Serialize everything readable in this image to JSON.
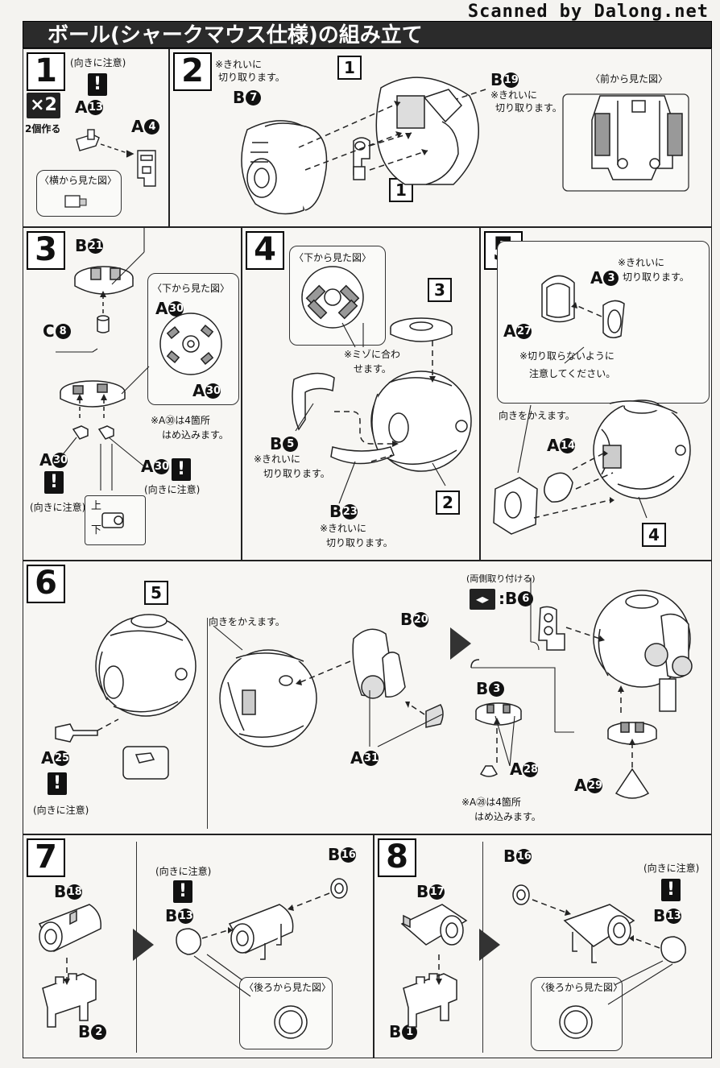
{
  "watermark": "Scanned by Dalong.net",
  "title": "ボール(シャークマウス仕様)の組み立て",
  "steps": {
    "s1": {
      "num": "1",
      "caution": "(向きに注意)",
      "x2": "×2",
      "make2": "2個作る",
      "parts": {
        "a": "A",
        "an": "13",
        "b": "A",
        "bn": "4"
      },
      "view": "〈横から見た図〉"
    },
    "s2": {
      "num": "2",
      "note1": "※きれいに",
      "note1b": "切り取ります。",
      "p1": "B",
      "p1n": "7",
      "p2": "B",
      "p2n": "19",
      "note2": "※きれいに",
      "note2b": "切り取ります。",
      "ref1": "1",
      "ref2": "1",
      "view": "〈前から見た図〉"
    },
    "s3": {
      "num": "3",
      "p1": "B",
      "p1n": "21",
      "p2": "C",
      "p2n": "8",
      "view": "〈下から見た図〉",
      "p3": "A",
      "p3n": "30",
      "p4": "A",
      "p4n": "30",
      "note": "※A㉚は4箇所",
      "noteb": "はめ込みます。",
      "p5": "A",
      "p5n": "30",
      "p6": "A",
      "p6n": "30",
      "caution1": "(向きに注意)",
      "caution2": "(向きに注意)",
      "up": "上",
      "down": "下"
    },
    "s4": {
      "num": "4",
      "view": "〈下から見た図〉",
      "ref1": "3",
      "note1": "※ミゾに合わ",
      "note1b": "せます。",
      "p1": "B",
      "p1n": "5",
      "note2": "※きれいに",
      "note2b": "切り取ります。",
      "p2": "B",
      "p2n": "23",
      "note3": "※きれいに",
      "note3b": "切り取ります。",
      "ref2": "2"
    },
    "s5": {
      "num": "5",
      "note1": "※きれいに",
      "note1b": "切り取ります。",
      "p1": "A",
      "p1n": "3",
      "p2": "A",
      "p2n": "27",
      "note2": "※切り取らないように",
      "note2b": "注意してください。",
      "turn": "向きをかえます。",
      "p3": "A",
      "p3n": "14",
      "ref": "4"
    },
    "s6": {
      "num": "6",
      "ref": "5",
      "turn": "向きをかえます。",
      "p1": "B",
      "p1n": "20",
      "p2": "A",
      "p2n": "25",
      "caution": "(向きに注意)",
      "p3": "A",
      "p3n": "31",
      "both": "(両側取り付ける)",
      "p4": "B",
      "p4n": "6",
      "p5": "B",
      "p5n": "3",
      "p6": "A",
      "p6n": "28",
      "note": "※A㉘は4箇所",
      "noteb": "はめ込みます。",
      "p7": "A",
      "p7n": "29"
    },
    "s7": {
      "num": "7",
      "p1": "B",
      "p1n": "18",
      "p2": "B",
      "p2n": "2",
      "caution": "(向きに注意)",
      "p3": "B",
      "p3n": "13",
      "p4": "B",
      "p4n": "16",
      "view": "〈後ろから見た図〉"
    },
    "s8": {
      "num": "8",
      "p1": "B",
      "p1n": "17",
      "p2": "B",
      "p2n": "1",
      "p3": "B",
      "p3n": "16",
      "caution": "(向きに注意)",
      "p4": "B",
      "p4n": "13",
      "view": "〈後ろから見た図〉"
    }
  }
}
